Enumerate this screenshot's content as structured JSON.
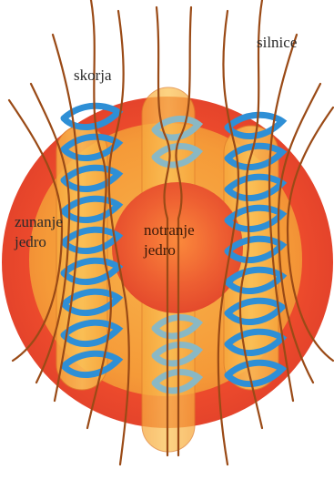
{
  "diagram": {
    "labels": {
      "crust": "skorja",
      "field_lines": "silnice",
      "outer_core_line1": "zunanje",
      "outer_core_line2": "jedro",
      "inner_core_line1": "notranje",
      "inner_core_line2": "jedro"
    },
    "colors": {
      "mantle": "#ec4a2c",
      "outer_core": "#f5a13b",
      "inner_core": "#e6552a",
      "field_line": "#9a4a16",
      "helix": "#2e8fd6",
      "helix_dim": "#8ab8c4",
      "tube": "#f8b548"
    }
  }
}
